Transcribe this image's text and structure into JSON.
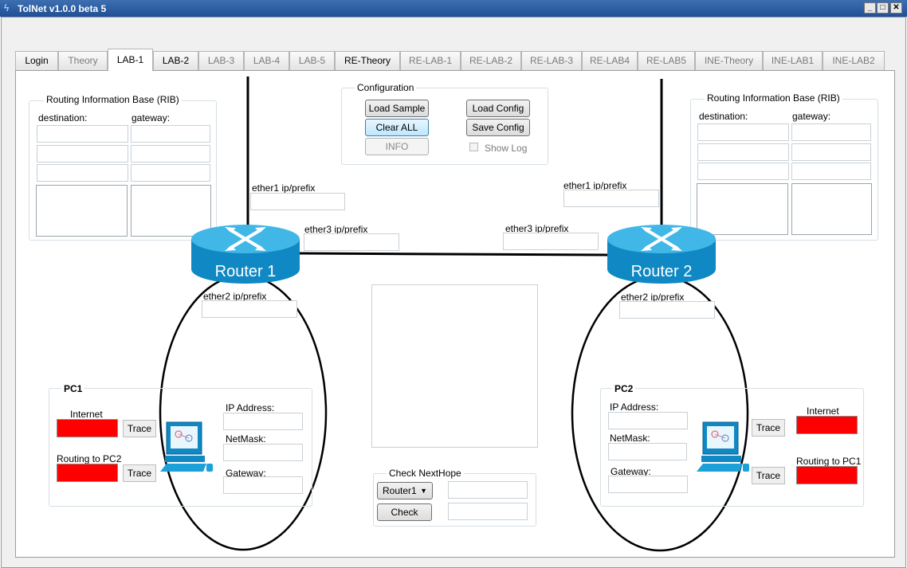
{
  "window": {
    "title": "TolNet v1.0.0 beta 5",
    "minimize": "_",
    "maximize": "□",
    "close": "✕"
  },
  "tabs": [
    "Login",
    "Theory",
    "LAB-1",
    "LAB-2",
    "LAB-3",
    "LAB-4",
    "LAB-5",
    "RE-Theory",
    "RE-LAB-1",
    "RE-LAB-2",
    "RE-LAB-3",
    "RE-LAB4",
    "RE-LAB5",
    "INE-Theory",
    "INE-LAB1",
    "INE-LAB2"
  ],
  "active_tab": "LAB-1",
  "rib_left": {
    "title": "Routing Information Base (RIB)",
    "col_destination": "destination:",
    "col_gateway": "gateway:"
  },
  "rib_right": {
    "title": "Routing Information Base (RIB)",
    "col_destination": "destination:",
    "col_gateway": "gateway:"
  },
  "config": {
    "title": "Configuration",
    "load_sample": "Load Sample",
    "load_config": "Load Config",
    "clear_all": "Clear ALL",
    "save_config": "Save Config",
    "info": "INFO",
    "show_log": "Show Log"
  },
  "router1": {
    "name": "Router 1",
    "ether1": "ether1 ip/prefix",
    "ether2": "ether2 ip/prefix",
    "ether3": "ether3 ip/prefix"
  },
  "router2": {
    "name": "Router 2",
    "ether1": "ether1 ip/prefix",
    "ether2": "ether2 ip/prefix",
    "ether3": "ether3 ip/prefix"
  },
  "pc1": {
    "title": "PC1",
    "internet": "Internet",
    "routing": "Routing to PC2",
    "trace": "Trace",
    "ip": "IP Address:",
    "netmask": "NetMask:",
    "gateway": "Gateway:"
  },
  "pc2": {
    "title": "PC2",
    "internet": "Internet",
    "routing": "Routing to PC1",
    "trace": "Trace",
    "ip": "IP Address:",
    "netmask": "NetMask:",
    "gateway": "Gateway:"
  },
  "nexthop": {
    "title": "Check NextHope",
    "selected": "Router1",
    "check": "Check"
  },
  "colors": {
    "status_fail": "#ff0000",
    "router": "#1ba0d8",
    "title_bar": "#1f4f96"
  },
  "icons": [
    "router-icon",
    "computer-icon",
    "dropdown-arrow-icon"
  ]
}
